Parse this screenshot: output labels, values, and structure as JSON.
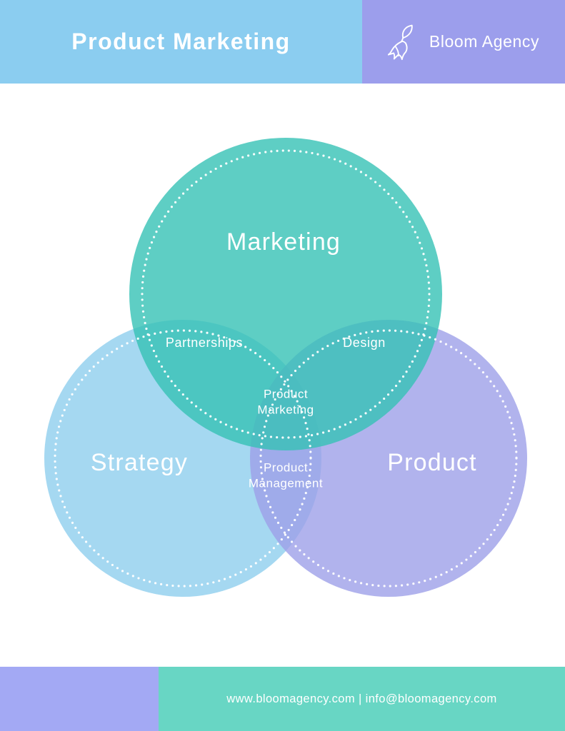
{
  "header": {
    "title": "Product Marketing",
    "brand_name": "Bloom Agency",
    "brand_icon": "bellflower-icon"
  },
  "venn": {
    "circles": [
      {
        "id": "marketing",
        "label": "Marketing",
        "fill": "#36C2B5"
      },
      {
        "id": "strategy",
        "label": "Strategy",
        "fill": "#8ECEED"
      },
      {
        "id": "product",
        "label": "Product",
        "fill": "#9DA0E9"
      }
    ],
    "overlaps": {
      "marketing_strategy": "Partnerships",
      "marketing_product": "Design",
      "strategy_product": {
        "line1": "Product",
        "line2": "Management"
      },
      "center": {
        "line1": "Product",
        "line2": "Marketing"
      }
    }
  },
  "footer": {
    "contact": "www.bloomagency.com | info@bloomagency.com"
  },
  "colors": {
    "header_bar": "#8BCDF0",
    "brand_bar": "#9C9EEC",
    "footer_accent": "#A3A9F4",
    "footer_bar": "#68D6C4",
    "dotted_outline": "#FFFFFF",
    "text": "#FFFFFF"
  }
}
